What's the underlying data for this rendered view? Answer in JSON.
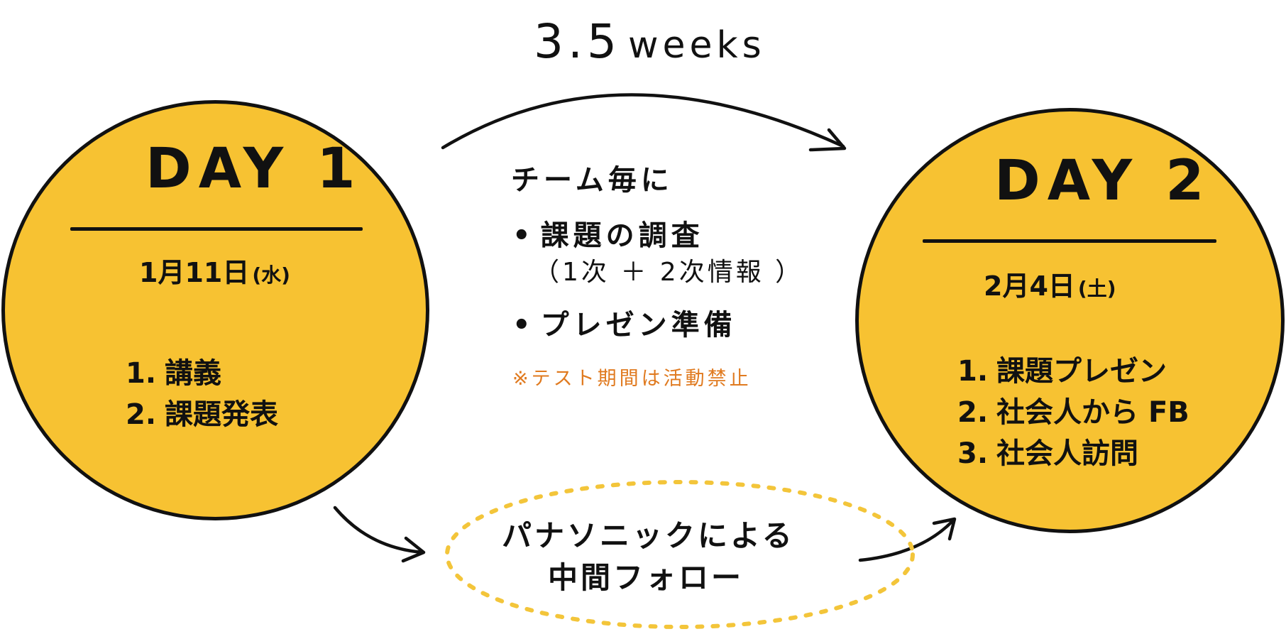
{
  "duration_label": {
    "number": "3.5",
    "unit": "weeks"
  },
  "day1": {
    "title": "DAY 1",
    "date": "1月11日",
    "weekday": "(水)",
    "items": [
      {
        "num": "1.",
        "label": "講義"
      },
      {
        "num": "2.",
        "label": "課題発表"
      }
    ]
  },
  "day2": {
    "title": "DAY 2",
    "date": "2月4日",
    "weekday": "(土)",
    "items": [
      {
        "num": "1.",
        "label": "課題プレゼン"
      },
      {
        "num": "2.",
        "label": "社会人から FB"
      },
      {
        "num": "3.",
        "label": "社会人訪問"
      }
    ]
  },
  "team_work": {
    "heading": "チーム毎に",
    "bullets": [
      {
        "label": "課題の調査",
        "sub": "（1次 ＋ 2次情報 ）"
      },
      {
        "label": "プレゼン準備"
      }
    ],
    "note": "※テスト期間は活動禁止"
  },
  "follow_up": {
    "line1": "パナソニックによる",
    "line2": "中間フォロー"
  },
  "colors": {
    "circle_fill": "#F7C232",
    "dotted_outline": "#F3C53A",
    "note_text": "#E07A1F",
    "ink": "#111111"
  }
}
